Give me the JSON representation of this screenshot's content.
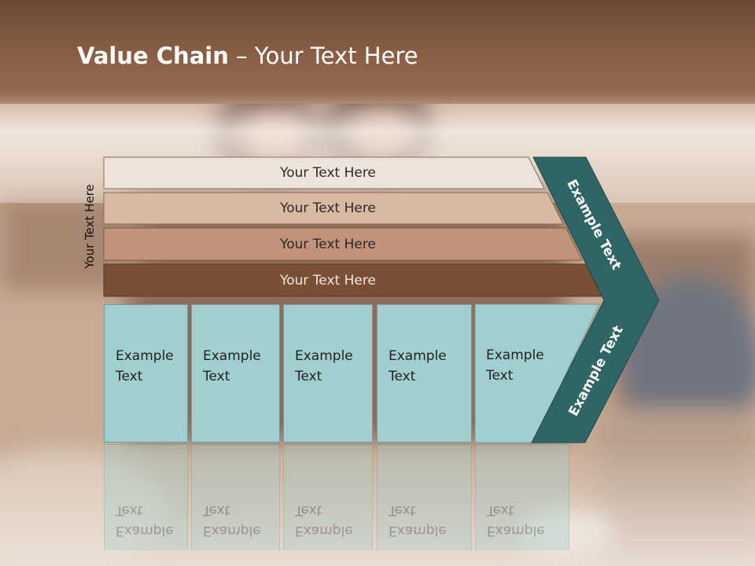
{
  "title": {
    "bold": "Value Chain",
    "rest": " – Your Text Here"
  },
  "side_label": "Your Text Here",
  "bars": [
    {
      "label": "Your Text Here",
      "color": "#efe4dc"
    },
    {
      "label": "Your Text Here",
      "color": "#d9b8a4"
    },
    {
      "label": "Your Text Here",
      "color": "#c2927a"
    },
    {
      "label": "Your Text Here",
      "color": "#7a4f36"
    }
  ],
  "columns": [
    {
      "line1": "Example",
      "line2": "Text"
    },
    {
      "line1": "Example",
      "line2": "Text"
    },
    {
      "line1": "Example",
      "line2": "Text"
    },
    {
      "line1": "Example",
      "line2": "Text"
    },
    {
      "line1": "Example",
      "line2": "Text"
    }
  ],
  "chevron": {
    "upper_label": "Example Text",
    "lower_label": "Example Text",
    "color": "#2f6565"
  }
}
